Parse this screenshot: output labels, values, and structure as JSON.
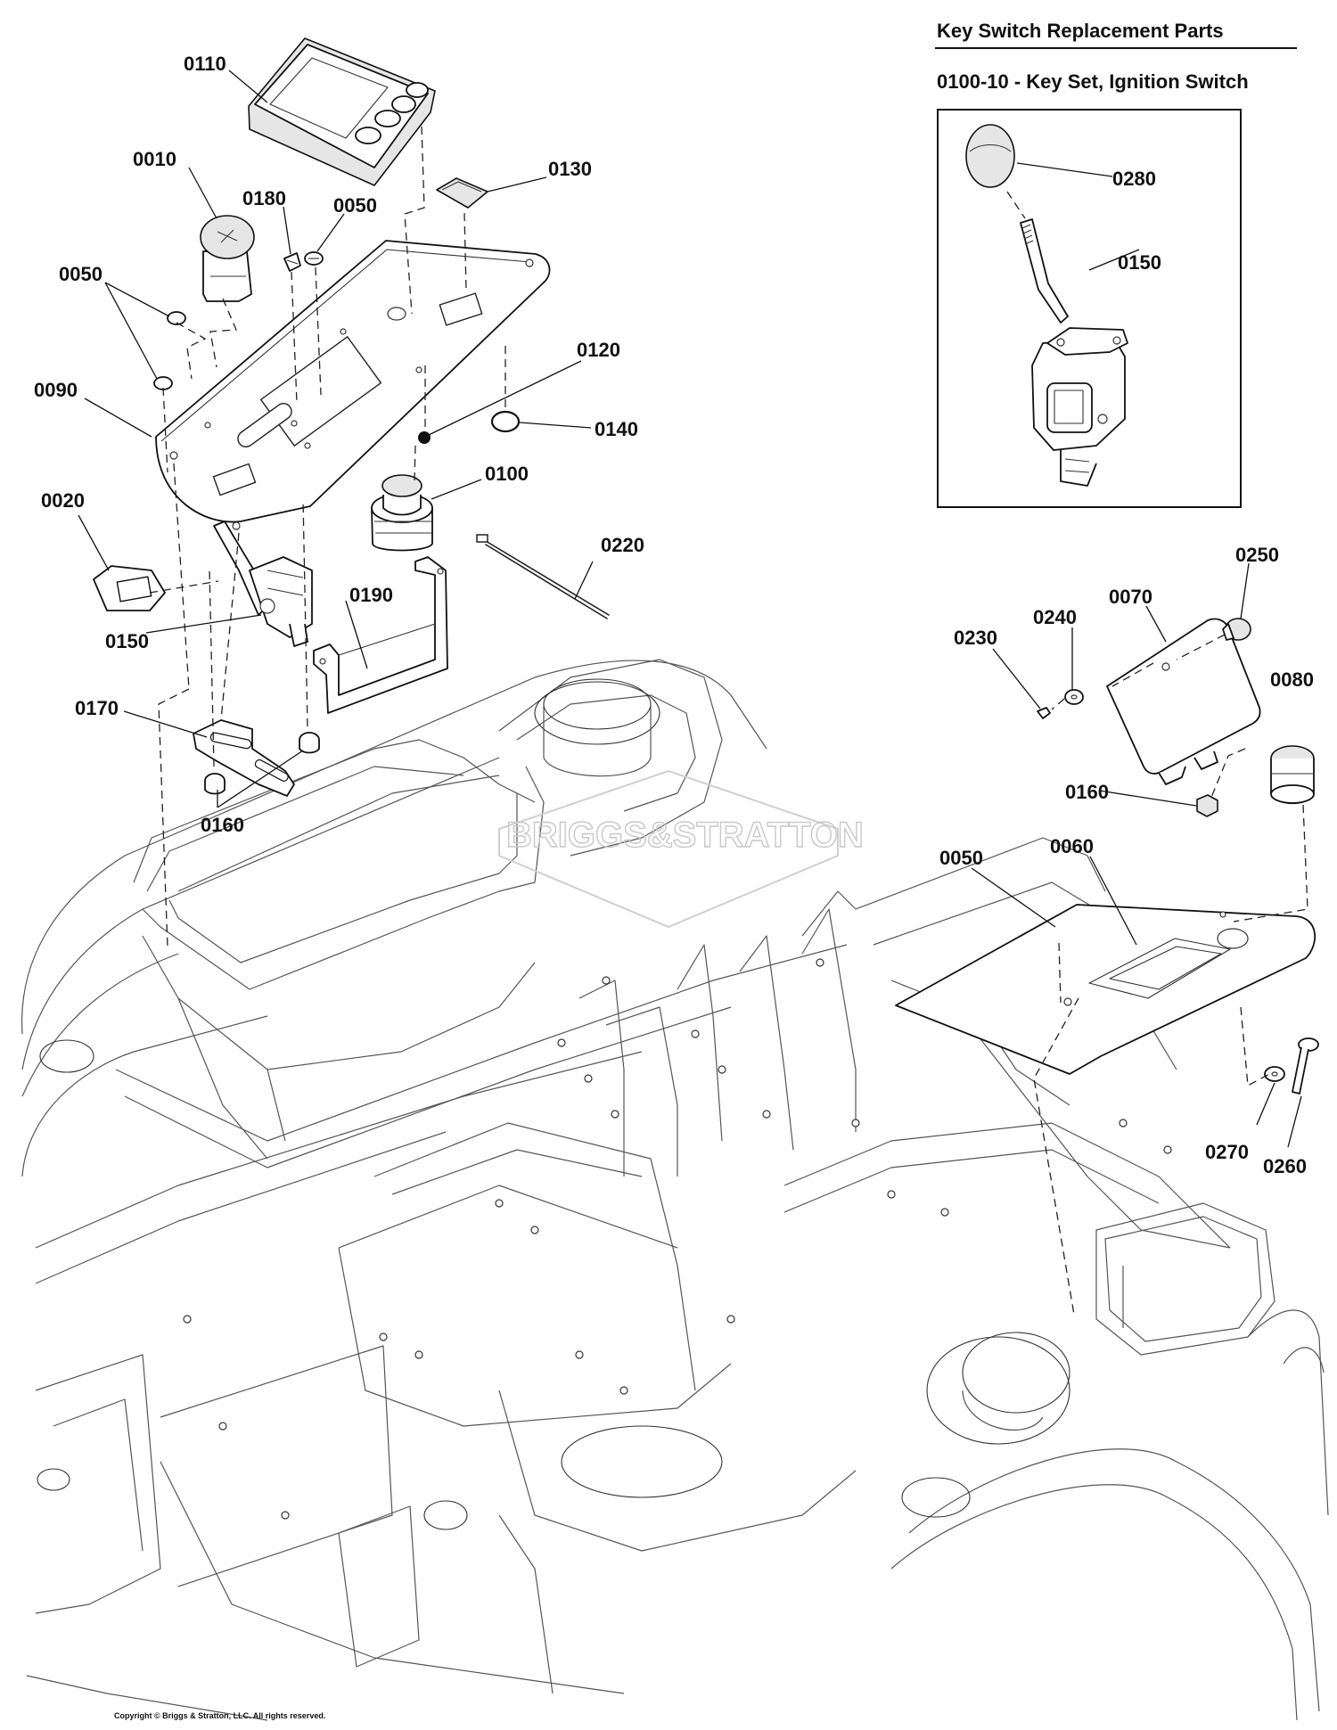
{
  "inset": {
    "title": "Key Switch Replacement Parts",
    "subtitle": "0100-10 - Key Set, Ignition Switch",
    "callouts": [
      "0280",
      "0150"
    ]
  },
  "callouts": {
    "c0110": "0110",
    "c0010": "0010",
    "c0180": "0180",
    "c0050a": "0050",
    "c0130": "0130",
    "c0050b": "0050",
    "c0120": "0120",
    "c0090": "0090",
    "c0140": "0140",
    "c0100": "0100",
    "c0020": "0020",
    "c0220": "0220",
    "c0190": "0190",
    "c0150": "0150",
    "c0170": "0170",
    "c0160a": "0160",
    "c0250": "0250",
    "c0240": "0240",
    "c0070": "0070",
    "c0230": "0230",
    "c0080": "0080",
    "c0160b": "0160",
    "c0050c": "0050",
    "c0060": "0060",
    "c0270": "0270",
    "c0260": "0260"
  },
  "watermark": "BRIGGS&STRATTON",
  "copyright": "Copyright © Briggs & Stratton, LLC. All rights reserved."
}
